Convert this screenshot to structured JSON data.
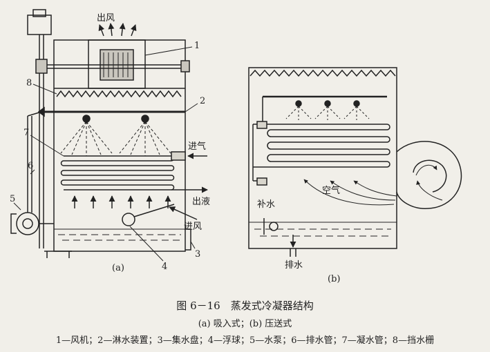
{
  "figure_a": {
    "out_air": "出风",
    "in_gas": "进气",
    "out_liquid": "出液",
    "in_air": "进风",
    "panel_label": "(a)",
    "numbers": [
      "1",
      "2",
      "3",
      "4",
      "5",
      "6",
      "7",
      "8"
    ]
  },
  "figure_b": {
    "makeup_water": "补水",
    "air": "空气",
    "drain": "排水",
    "panel_label": "(b)"
  },
  "caption": {
    "title": "图 6－16　蒸发式冷凝器结构",
    "subtitle": "(a) 吸入式；(b) 压送式",
    "legend": "1—风机；2—淋水装置；3—集水盘；4—浮球；5—水泵；6—排水管；7—凝水管；8—挡水栅"
  }
}
